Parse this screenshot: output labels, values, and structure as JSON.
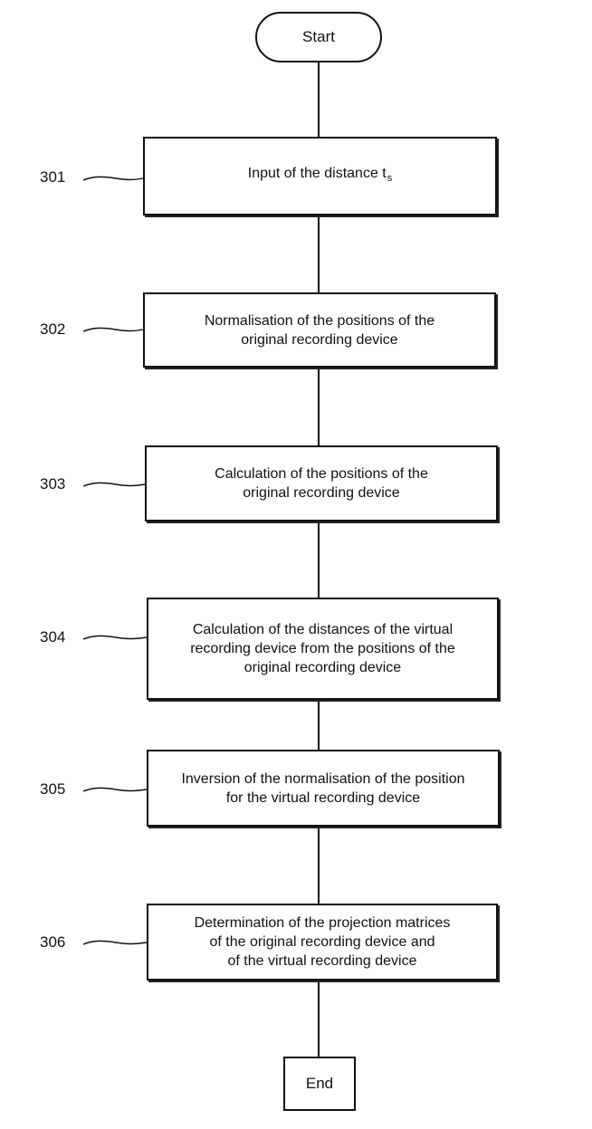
{
  "flowchart": {
    "start_label": "Start",
    "end_label": "End",
    "steps": [
      {
        "ref": "301",
        "text": "Input of the distance t",
        "subscript": "s"
      },
      {
        "ref": "302",
        "text": "Normalisation of the positions of the\noriginal recording device"
      },
      {
        "ref": "303",
        "text": "Calculation of the positions of the\noriginal recording device"
      },
      {
        "ref": "304",
        "text": "Calculation of the distances of the virtual\nrecording device from the positions of the\noriginal recording device"
      },
      {
        "ref": "305",
        "text": "Inversion of the normalisation of the position\nfor the virtual recording device"
      },
      {
        "ref": "306",
        "text": "Determination of the projection matrices\nof the original recording device and\nof the virtual recording device"
      }
    ]
  }
}
